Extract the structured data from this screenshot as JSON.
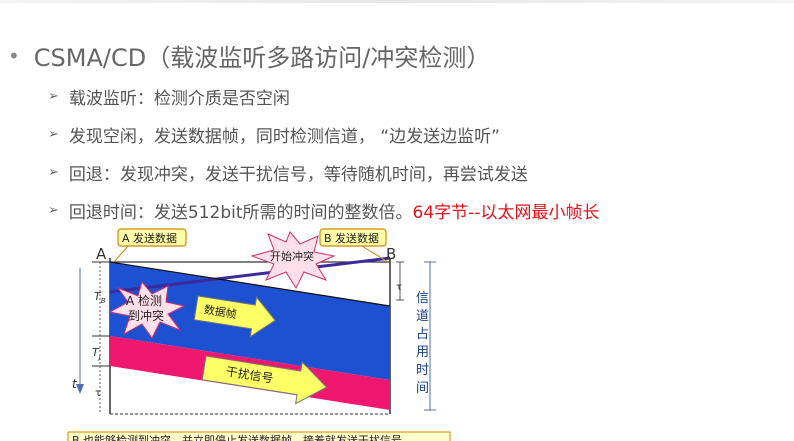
{
  "heading": "CSMA/CD（载波监听多路访问/冲突检测）",
  "bullets": [
    {
      "text": "载波监听：检测介质是否空闲",
      "highlight": ""
    },
    {
      "text": "发现空闲，发送数据帧，同时检测信道，  “边发送边监听”",
      "highlight": ""
    },
    {
      "text": "回退：发现冲突，发送干扰信号，等待随机时间，再尝试发送",
      "highlight": ""
    },
    {
      "text": "回退时间：发送512bit所需的时间的整数倍。",
      "highlight": "64字节--以太网最小帧长"
    }
  ],
  "diagram": {
    "callout_a": "A 发送数据",
    "callout_b": "B 发送数据",
    "label_a": "A",
    "label_b": "B",
    "burst_start": "开始冲突",
    "burst_detect_1": "A 检测",
    "burst_detect_2": "到冲突",
    "arrow_frame": "数据帧",
    "arrow_jam": "干扰信号",
    "tau": "τ",
    "tb": "T",
    "tb_sub": "B",
    "tj": "T",
    "tj_sub": "J",
    "t": "t",
    "side_label": [
      "信",
      "道",
      "占",
      "用",
      "时",
      "间"
    ],
    "footer_note": "B 也能够检测到冲突，并立即停止发送数据帧，接着就发送干扰信号。",
    "colors": {
      "frame_band": "#1e50d2",
      "jam_band": "#f0186e",
      "callout_fill": "#ffffaa",
      "callout_border": "#cc8800"
    }
  }
}
